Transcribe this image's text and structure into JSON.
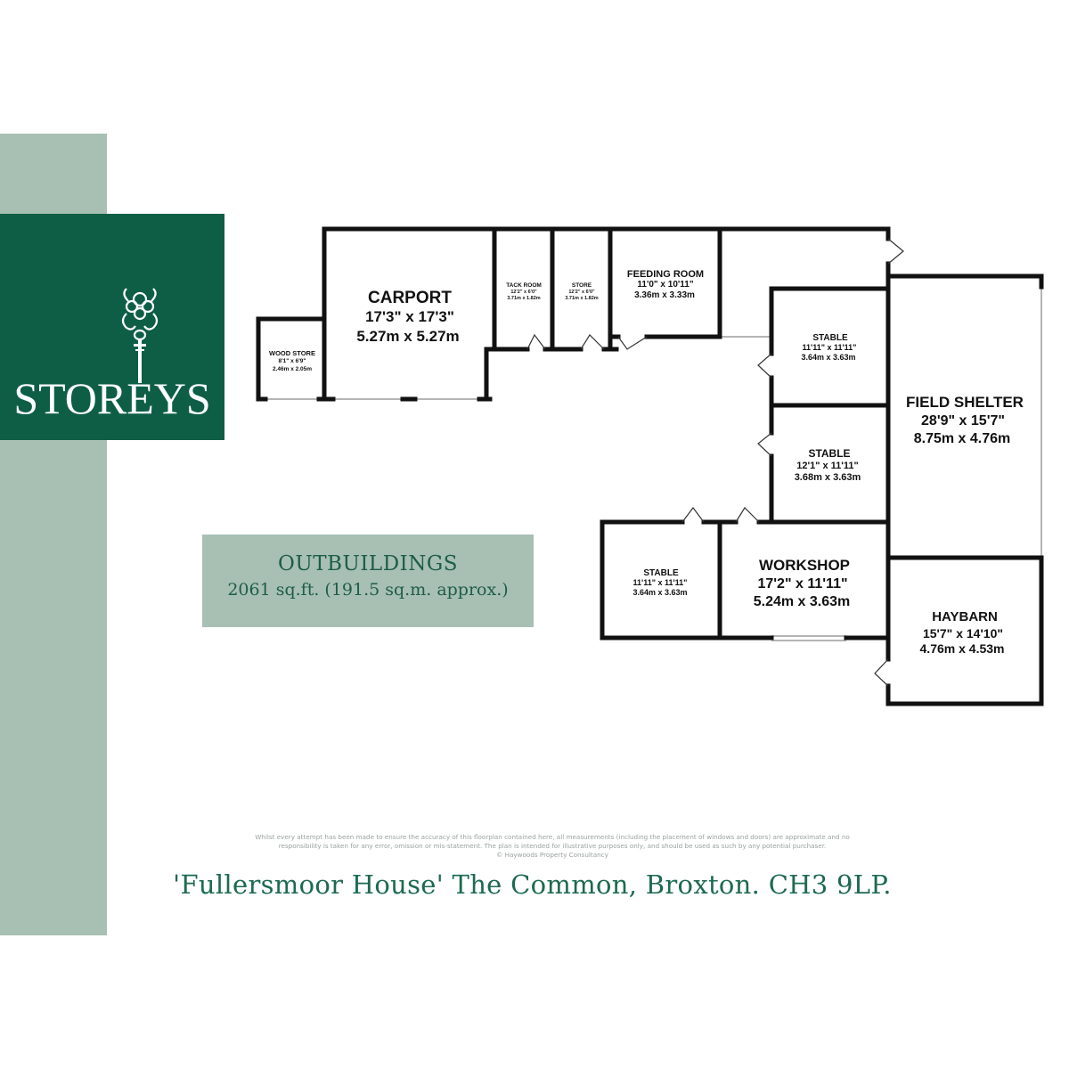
{
  "brand": {
    "name": "STOREYS",
    "logo_icon": "ornate-key-icon",
    "brand_color": "#0e5e45",
    "accent_color": "#a8bfb4"
  },
  "summary": {
    "title": "OUTBUILDINGS",
    "area": "2061 sq.ft. (191.5 sq.m. approx.)"
  },
  "rooms": {
    "carport": {
      "name": "CARPORT",
      "imperial": "17'3\"  x 17'3\"",
      "metric": "5.27m  x 5.27m"
    },
    "wood_store": {
      "name": "WOOD STORE",
      "imperial": "8'1\"  x 6'9\"",
      "metric": "2.46m  x 2.05m"
    },
    "tack_room": {
      "name": "TACK ROOM",
      "imperial": "12'2\"  x 6'0\"",
      "metric": "3.71m  x 1.82m"
    },
    "store": {
      "name": "STORE",
      "imperial": "12'2\"  x 6'0\"",
      "metric": "3.71m  x 1.82m"
    },
    "feeding_room": {
      "name": "FEEDING ROOM",
      "imperial": "11'0\"  x 10'11\"",
      "metric": "3.36m  x 3.33m"
    },
    "stable_1": {
      "name": "STABLE",
      "imperial": "11'11\"  x 11'11\"",
      "metric": "3.64m  x 3.63m"
    },
    "stable_2": {
      "name": "STABLE",
      "imperial": "12'1\"  x 11'11\"",
      "metric": "3.68m  x 3.63m"
    },
    "stable_3": {
      "name": "STABLE",
      "imperial": "11'11\"  x 11'11\"",
      "metric": "3.64m  x 3.63m"
    },
    "field_shelter": {
      "name": "FIELD SHELTER",
      "imperial": "28'9\"  x 15'7\"",
      "metric": "8.75m  x 4.76m"
    },
    "workshop": {
      "name": "WORKSHOP",
      "imperial": "17'2\"  x 11'11\"",
      "metric": "5.24m  x 3.63m"
    },
    "haybarn": {
      "name": "HAYBARN",
      "imperial": "15'7\"  x 14'10\"",
      "metric": "4.76m  x 4.53m"
    }
  },
  "disclaimer": {
    "line1": "Whilst every attempt has been made to ensure the accuracy of this floorplan contained here, all measurements (including the placement of windows and doors) are approximate and no",
    "line2": "responsibility is taken for any error, omission or mis-statement. The plan is intended for illustrative purposes only, and should be used as such by any potential purchaser.",
    "line3": "© Haywoods Property Consultancy"
  },
  "address": "'Fullersmoor House' The Common, Broxton. CH3 9LP."
}
